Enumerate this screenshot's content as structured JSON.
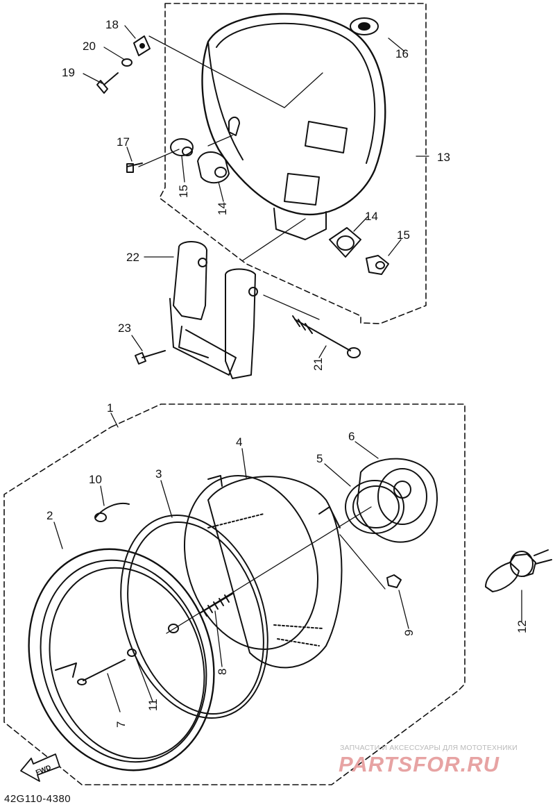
{
  "callouts": {
    "c1": "1",
    "c2": "2",
    "c3": "3",
    "c4": "4",
    "c5": "5",
    "c6": "6",
    "c7": "7",
    "c8": "8",
    "c9": "9",
    "c10": "10",
    "c11": "11",
    "c12": "12",
    "c13": "13",
    "c14a": "14",
    "c14b": "14",
    "c15a": "15",
    "c15b": "15",
    "c16": "16",
    "c17": "17",
    "c18": "18",
    "c19": "19",
    "c20": "20",
    "c21": "21",
    "c22": "22",
    "c23": "23"
  },
  "fwd_label": "FWD",
  "diagram_code": "42G110-4380",
  "watermark": {
    "tagline": "ЗАПЧАСТИ И АКСЕССУАРЫ ДЛЯ МОТОТЕХНИКИ",
    "brand": "PARTSFOR.RU"
  }
}
